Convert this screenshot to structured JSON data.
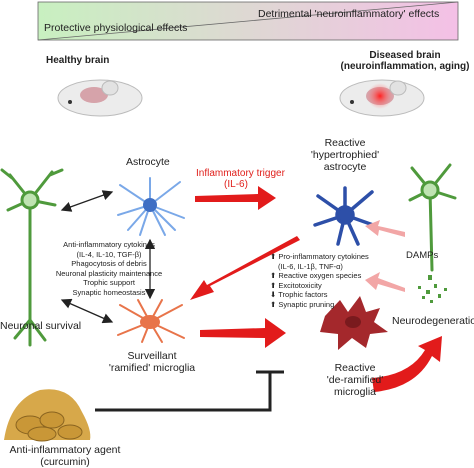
{
  "banner": {
    "protective": "Protective physiological effects",
    "detrimental": "Detrimental 'neuroinflammatory' effects",
    "color_protective": "#c8f0c0",
    "color_detrimental": "#f4c0e6"
  },
  "states": {
    "healthy_brain": "Healthy brain",
    "diseased_brain_line1": "Diseased brain",
    "diseased_brain_line2": "(neuroinflammation, aging)"
  },
  "cells": {
    "astrocyte": "Astrocyte",
    "reactive_astrocyte_1": "Reactive",
    "reactive_astrocyte_2": "'hypertrophied'",
    "reactive_astrocyte_3": "astrocyte",
    "surveillant_1": "Surveillant",
    "surveillant_2": "'ramified' microglia",
    "reactive_microglia_1": "Reactive",
    "reactive_microglia_2": "'de-ramified'",
    "reactive_microglia_3": "microglia",
    "neuronal_survival": "Neuronal survival",
    "neurodegeneration": "Neurodegeneration",
    "damps": "DAMPs"
  },
  "trigger": {
    "line1": "Inflammatory trigger",
    "line2": "(IL-6)",
    "color": "#e0201c"
  },
  "protective_list": [
    "Anti-inflammatory cytokines",
    "(IL-4, IL-10, TGF-β)",
    "Phagocytosis of debris",
    "Neuronal plasticity maintenance",
    "Trophic support",
    "Synaptic homeostasis"
  ],
  "detrimental_list": [
    "⬆ Pro-inflammatory cytokines",
    "(IL-6, IL-1β, TNF-α)",
    "⬆ Reactive oxygen species",
    "⬆ Excitotoxicity",
    "⬇ Trophic factors",
    "⬆ Synaptic pruning"
  ],
  "agent": {
    "line1": "Anti-inflammatory agent",
    "line2": "(curcumin)"
  },
  "colors": {
    "arrow_red": "#e21b1b",
    "neuron_green": "#4f9a3c",
    "astro_blue": "#3f6fc4",
    "microglia_orange": "#e8744a",
    "microglia_red": "#a4282c",
    "curcumin": "#d7a84a"
  }
}
